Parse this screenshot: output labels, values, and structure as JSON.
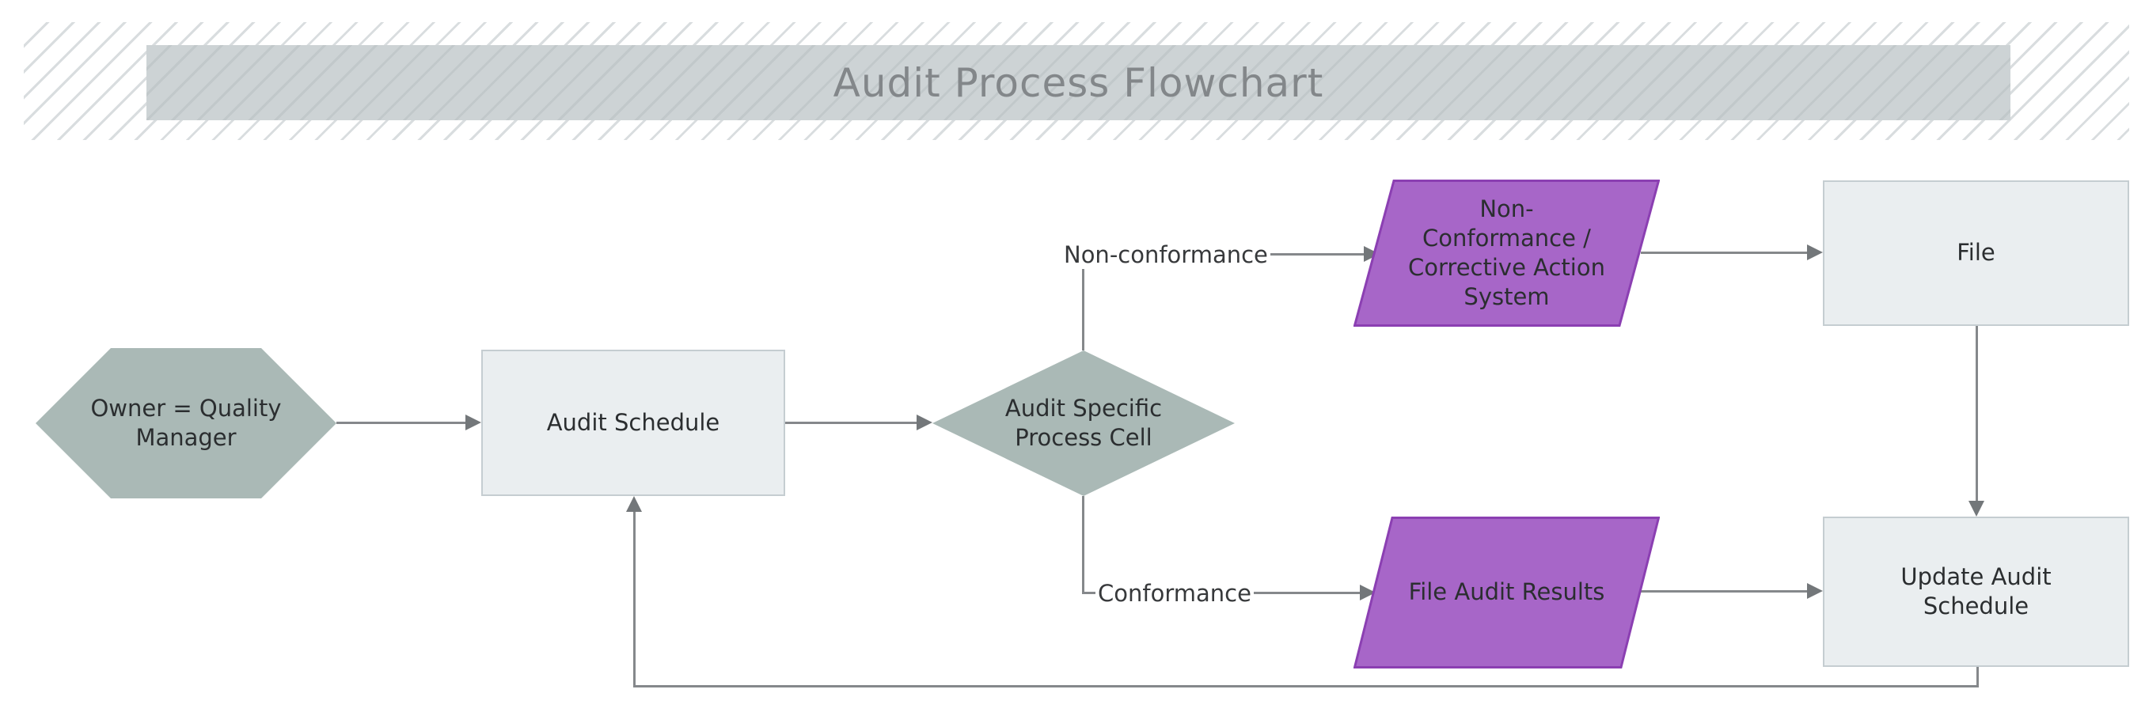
{
  "title": "Audit Process Flowchart",
  "colors": {
    "purple": "#a766c8",
    "purple_border": "#8b3fb2",
    "teal": "#aab9b6",
    "box_fill": "#eaeef0",
    "box_border": "#c5cdd1",
    "line": "#85888b",
    "arrow": "#73777a",
    "ink": "#2b2e30",
    "title_ink": "#83878a",
    "banner_fill": "#cdd3d5",
    "stripe": "#d9dddf"
  },
  "nodes": {
    "owner": {
      "shape": "hexagon",
      "label": "Owner = Quality Manager",
      "lines": [
        "Owner = Quality",
        "Manager"
      ]
    },
    "audit_schedule": {
      "shape": "rectangle",
      "label": "Audit Schedule",
      "lines": [
        "Audit Schedule"
      ]
    },
    "audit_specific_process_cell": {
      "shape": "diamond",
      "label": "Audit Specific Process Cell",
      "lines": [
        "Audit Specific",
        "Process Cell"
      ]
    },
    "non_conformance_system": {
      "shape": "parallelogram",
      "label": "Non-Conformance / Corrective Action System",
      "lines": [
        "Non-",
        "Conformance /",
        "Corrective Action",
        "System"
      ]
    },
    "file": {
      "shape": "rectangle",
      "label": "File",
      "lines": [
        "File"
      ]
    },
    "file_audit_results": {
      "shape": "parallelogram",
      "label": "File Audit Results",
      "lines": [
        "File Audit Results"
      ]
    },
    "update_audit_schedule": {
      "shape": "rectangle",
      "label": "Update Audit Schedule",
      "lines": [
        "Update Audit",
        "Schedule"
      ]
    }
  },
  "edges": {
    "owner_to_audit_schedule": {
      "from": "Owner = Quality Manager",
      "to": "Audit Schedule",
      "label": ""
    },
    "audit_schedule_to_decision": {
      "from": "Audit Schedule",
      "to": "Audit Specific Process Cell",
      "label": ""
    },
    "non_conformance_branch": {
      "from": "Audit Specific Process Cell",
      "to": "Non-Conformance / Corrective Action System",
      "label": "Non-conformance"
    },
    "nc_system_to_file": {
      "from": "Non-Conformance / Corrective Action System",
      "to": "File",
      "label": ""
    },
    "file_to_update": {
      "from": "File",
      "to": "Update Audit Schedule",
      "label": ""
    },
    "conformance_branch": {
      "from": "Audit Specific Process Cell",
      "to": "File Audit Results",
      "label": "Conformance"
    },
    "results_to_update": {
      "from": "File Audit Results",
      "to": "Update Audit Schedule",
      "label": ""
    },
    "update_feedback_to_schedule": {
      "from": "Update Audit Schedule",
      "to": "Audit Schedule",
      "label": ""
    }
  }
}
